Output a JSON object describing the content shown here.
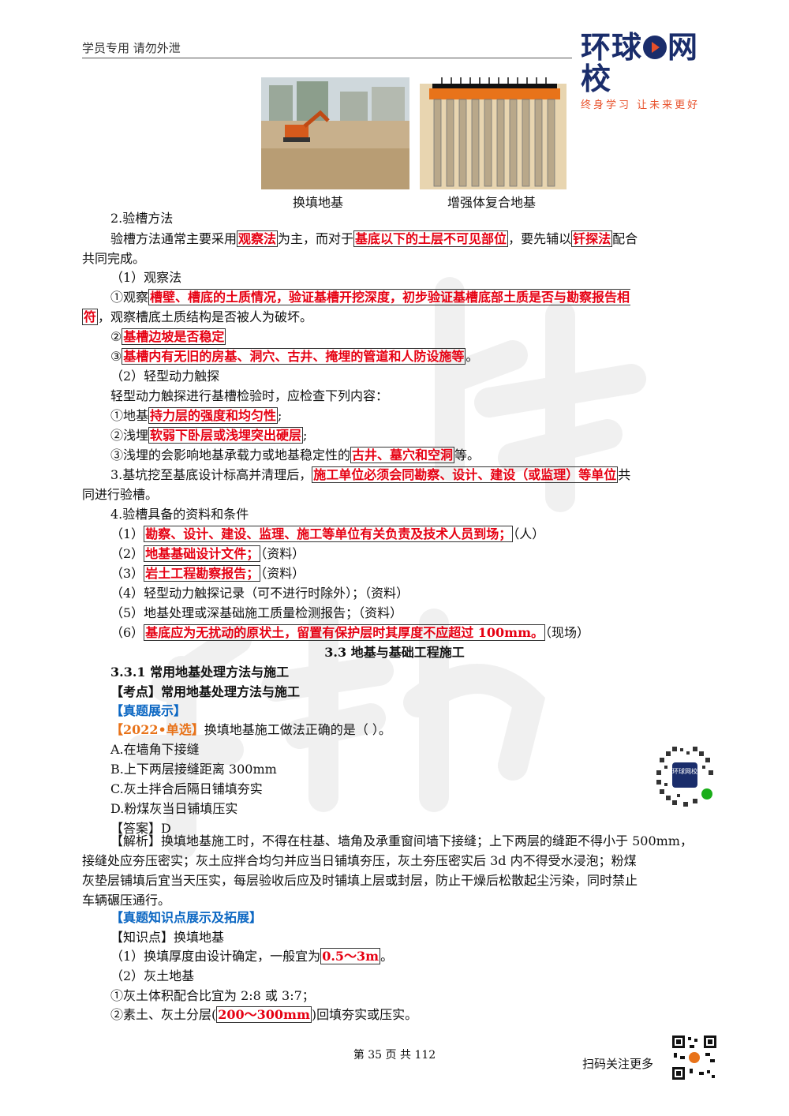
{
  "header": {
    "left_text": "学员专用 请勿外泄",
    "logo_part1": "环球",
    "logo_part2": "网校",
    "slogan": "终身学习 让未来更好"
  },
  "figures": {
    "caption1": "换填地基",
    "caption2": "增强体复合地基"
  },
  "lines": {
    "l1": "2.验槽方法",
    "l2a": "验槽方法通常主要采用",
    "l2b": "观察法",
    "l2c": "为主，而对于",
    "l2d": "基底以下的土层不可见部位",
    "l2e": "，要先辅以",
    "l2f": "钎探法",
    "l2g": "配合",
    "l3": "共同完成。",
    "l4": "（1）观察法",
    "l5a": "①观察",
    "l5b": "槽壁、槽底的土质情况，验证基槽开挖深度，初步验证基槽底部土质是否与勘察报告相",
    "l6a": "符",
    "l6b": "，观察槽底土质结构是否被人为破坏。",
    "l7a": "②",
    "l7b": "基槽边坡是否稳定",
    "l8a": "③",
    "l8b": "基槽内有无旧的房基、洞穴、古井、掩埋的管道和人防设施等",
    "l8c": "。",
    "l9": "（2）轻型动力触探",
    "l10": "轻型动力触探进行基槽检验时，应检查下列内容：",
    "l11a": "①地基",
    "l11b": "持力层的强度和均匀性",
    "l12a": "②浅埋",
    "l12b": "软弱下卧层或浅埋突出硬层",
    "l13a": "③浅埋的会影响地基承载力或地基稳定性的",
    "l13b": "古井、墓穴和空洞",
    "l13c": "等。",
    "l14a": "3.基坑挖至基底设计标高并清理后，",
    "l14b": "施工单位必须会同勘察、设计、建设（或监理）等单位",
    "l14c": "共",
    "l15": "同进行验槽。",
    "l16": "4.验槽具备的资料和条件",
    "l17a": "（1）",
    "l17b": "勘察、设计、建设、监理、施工等单位有关负责及技术人员到场；",
    "l17c": "（人）",
    "l18a": "（2）",
    "l18b": "地基基础设计文件；",
    "l18c": "（资料）",
    "l19a": "（3）",
    "l19b": "岩土工程勘察报告；",
    "l19c": "（资料）",
    "l20": "（4）轻型动力触探记录（可不进行时除外）；（资料）",
    "l21": "（5）地基处理或深基础施工质量检测报告；（资料）",
    "l22a": "（6）",
    "l22b": "基底应为无扰动的原状土，留置有保护层时其厚度不应超过 100mm。",
    "l22c": "（现场）",
    "l23": "3.3 地基与基础工程施工",
    "l24": "3.3.1 常用地基处理方法与施工",
    "l25": "【考点】常用地基处理方法与施工",
    "l26": "【真题展示】",
    "l27a": "【2022•单选】",
    "l27b": "换填地基施工做法正确的是（   ）。",
    "l28": "A.在墙角下接缝",
    "l29": "B.上下两层接缝距离 300mm",
    "l30": "C.灰土拌合后隔日铺填夯实",
    "l31": "D.粉煤灰当日铺填压实",
    "l32": "【答案】D",
    "l33": "【解析】换填地基施工时，不得在柱基、墙角及承重窗间墙下接缝；上下两层的缝距不得小于 500mm，",
    "l34": "接缝处应夯压密实；灰土应拌合均匀并应当日铺填夯压，灰土夯压密实后 3d 内不得受水浸泡；粉煤",
    "l35": "灰垫层铺填后宜当天压实，每层验收后应及时铺填上层或封层，防止干燥后松散起尘污染，同时禁止",
    "l36": "车辆碾压通行。",
    "l37": "【真题知识点展示及拓展】",
    "l38": "【知识点】换填地基",
    "l39a": "（1）换填厚度由设计确定，一般宜为",
    "l39b": "0.5～3m",
    "l39c": "。",
    "l40": "（2）灰土地基",
    "l41": "①灰土体积配合比宜为 2:8 或 3:7；",
    "l42a": "②素土、灰土分层(",
    "l42b": "200～300mm",
    "l42c": ")回填夯实或压实。"
  },
  "qr_label": "环球网校",
  "footer": {
    "page_text": "第 35 页 共 112",
    "scan_text": "扫码关注更多"
  }
}
